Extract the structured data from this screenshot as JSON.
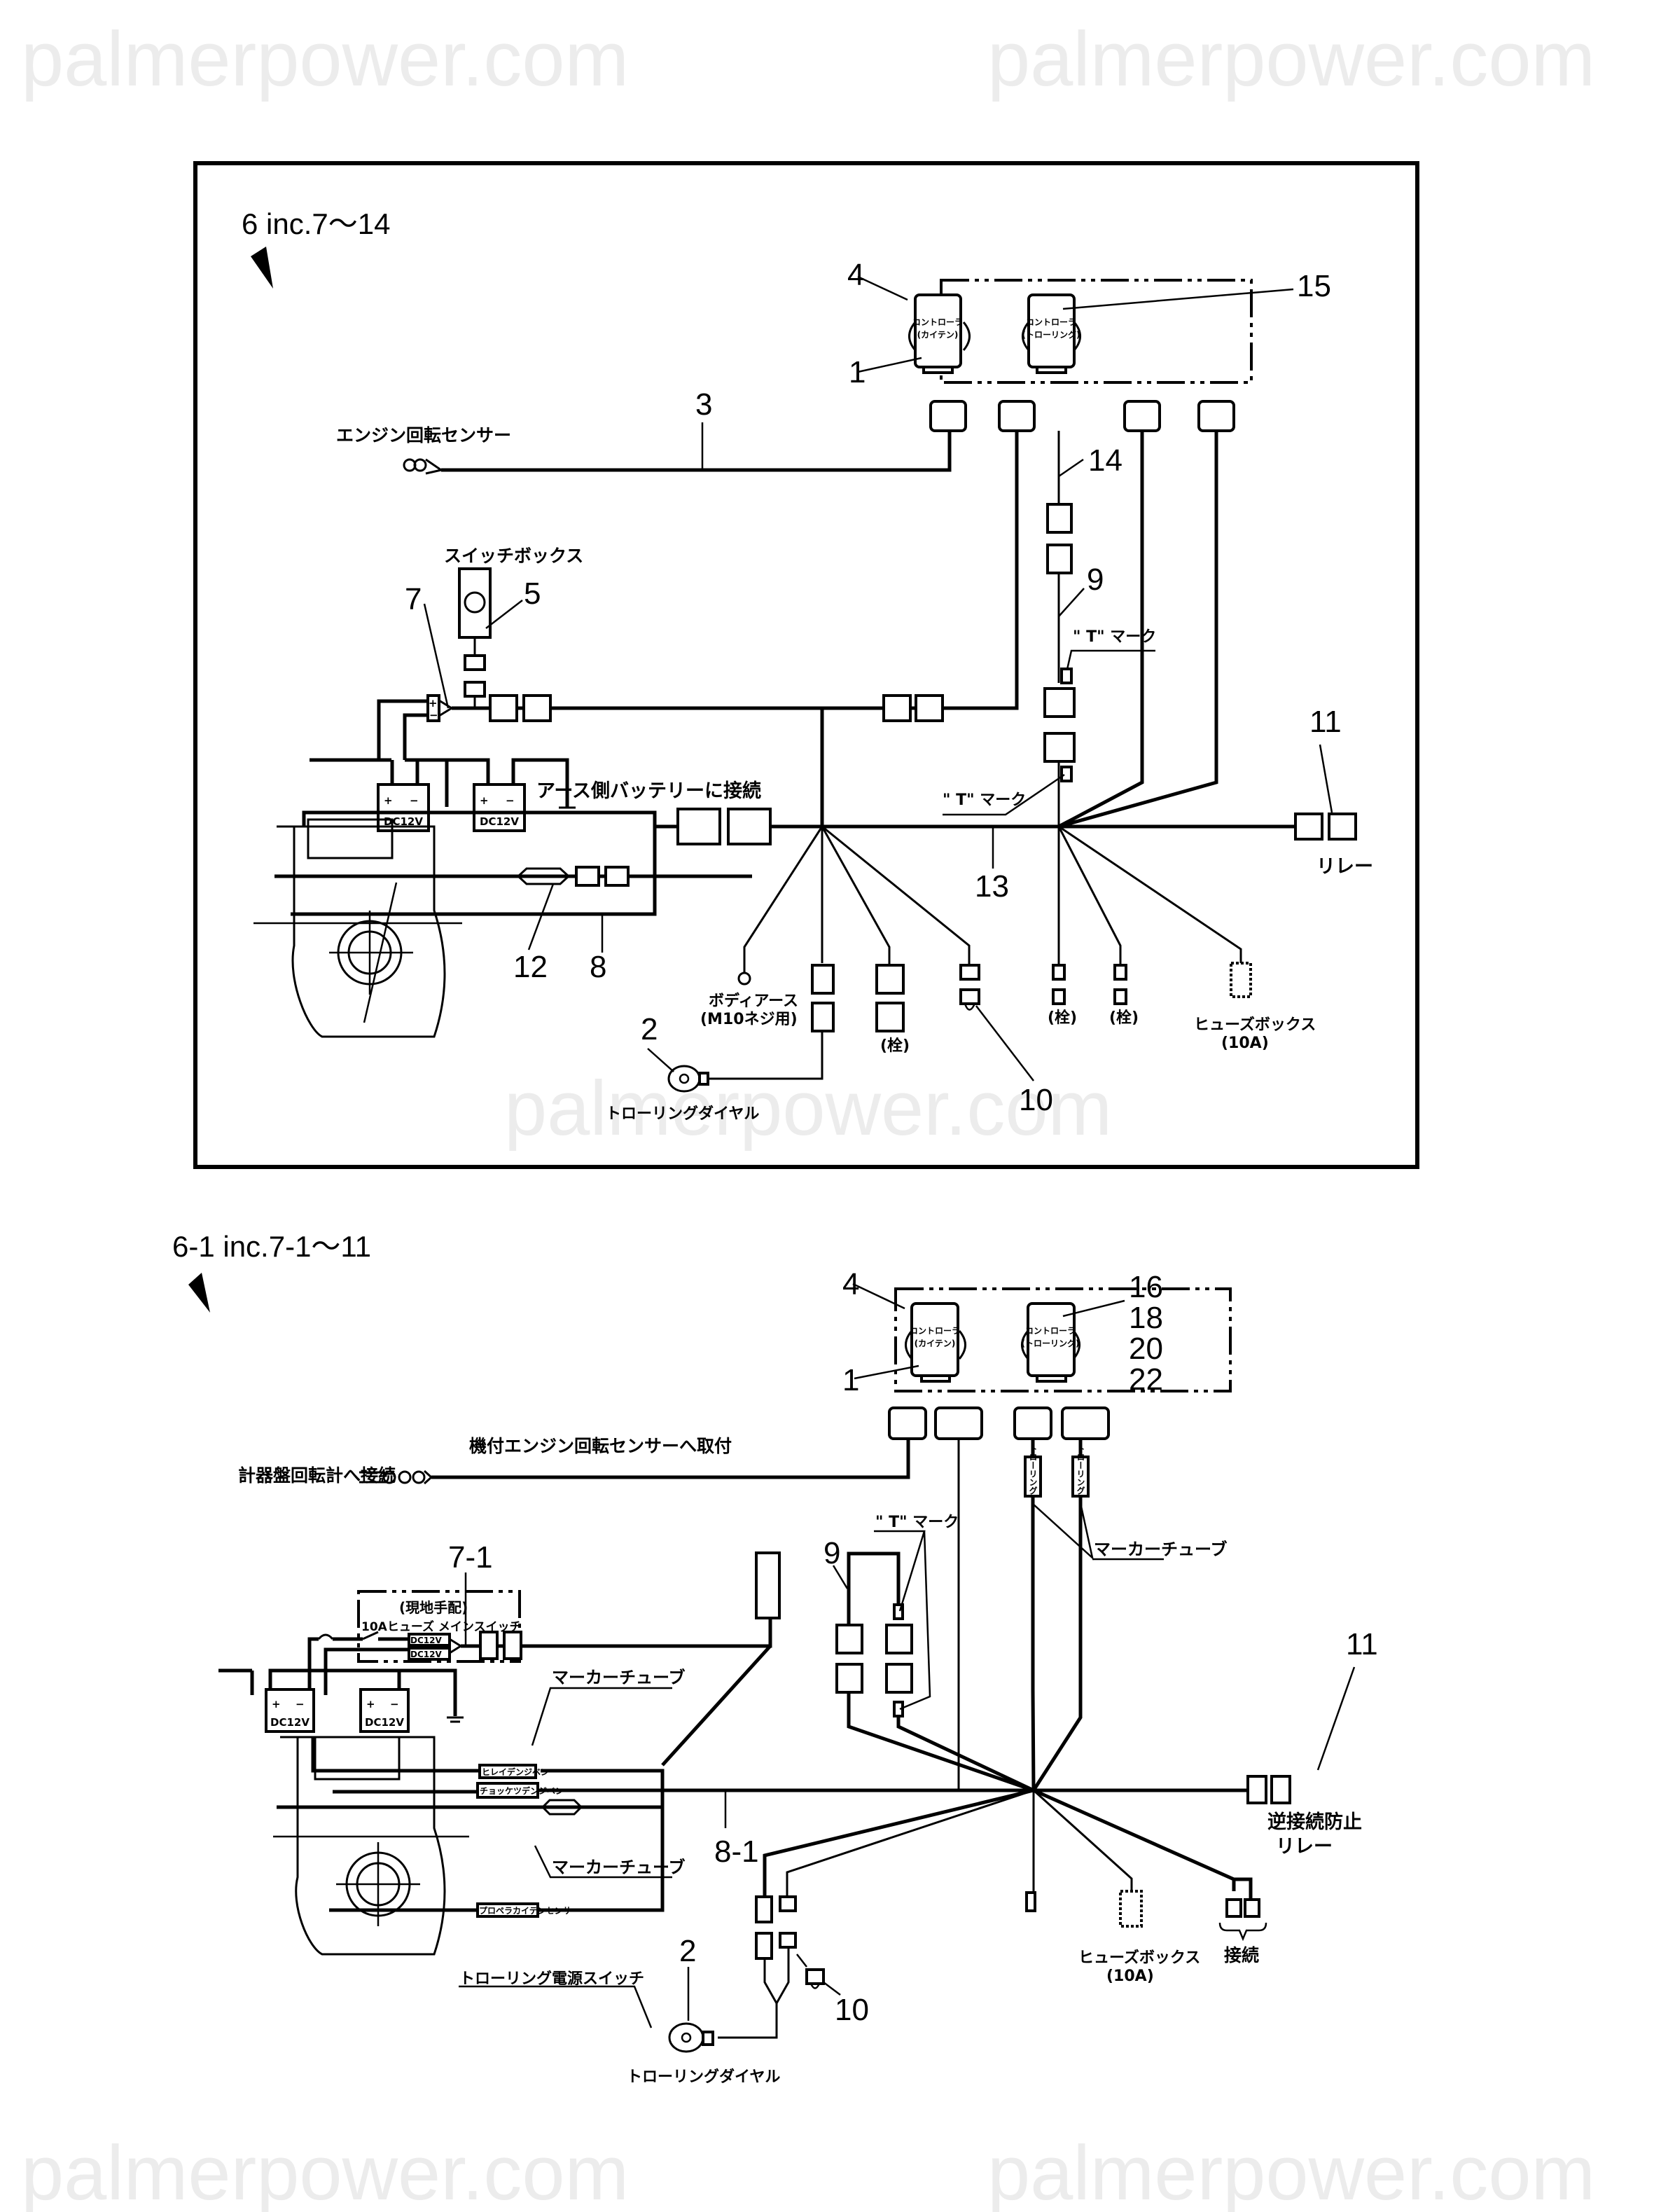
{
  "watermark": "palmerpower.com",
  "diagram_top": {
    "title": "6 inc.7～14",
    "controller_left": {
      "line1": "コントローラ",
      "line2": "(カイテン)"
    },
    "controller_right": {
      "line1": "コントローラ",
      "line2": "(トローリング)"
    },
    "callouts": {
      "c4": "4",
      "c1": "1",
      "c15": "15",
      "c3": "3",
      "c14": "14",
      "c9": "9",
      "c7": "7",
      "c5": "5",
      "c11": "11",
      "c13": "13",
      "c12": "12",
      "c8": "8",
      "c2": "2",
      "c10": "10"
    },
    "labels": {
      "engine_sensor": "エンジン回転センサー",
      "switch_box": "スイッチボックス",
      "t_mark_1": "\" T\" マーク",
      "t_mark_2": "\" T\" マーク",
      "ground_battery": "アース側バッテリーに接続",
      "battery_1": "DC12V",
      "battery_2": "DC12V",
      "relay": "リレー",
      "body_earth": "ボディアース",
      "body_earth_sub": "(M10ネジ用)",
      "plug_1": "(栓)",
      "plug_2": "(栓)",
      "plug_3": "(栓)",
      "fuse_box": "ヒューズボックス",
      "fuse_box_sub": "(10A)",
      "trolling_dial": "トローリングダイヤル",
      "plus": "+",
      "minus": "−"
    }
  },
  "diagram_bottom": {
    "title": "6-1  inc.7-1～11",
    "controller_left": {
      "line1": "コントローラ",
      "line2": "(カイテン)"
    },
    "controller_right": {
      "line1": "コントローラ",
      "line2": "(トローリング)"
    },
    "callouts": {
      "c4": "4",
      "c1": "1",
      "c16": "16",
      "c18": "18",
      "c20": "20",
      "c22": "22",
      "c7_1": "7-1",
      "c9": "9",
      "c11": "11",
      "c8_1": "8-1",
      "c2": "2",
      "c10": "10"
    },
    "labels": {
      "engine_sensor_mount": "機付エンジン回転センサーへ取付",
      "tacho_connect": "計器盤回転計へ接続",
      "local_supply": "(現地手配)",
      "fuse_switch": "10Aヒューズ メインスイッチ",
      "dc12v_plus": "DC12V",
      "dc12v_minus": "DC12V",
      "battery_1": "DC12V",
      "battery_2": "DC12V",
      "t_mark": "\" T\" マーク",
      "marker_tube_1": "マーカーチューブ",
      "marker_tube_2": "マーカーチューブ",
      "marker_tube_3": "マーカーチューブ",
      "tube_hirei": "ヒレイデンジベン",
      "tube_chokketsu": "チョッケツデンジベン",
      "tube_propeller": "プロペラカイテンセンサ",
      "tube_trolling": "トローリング",
      "reverse_relay_1": "逆接続防止",
      "reverse_relay_2": "リレー",
      "fuse_box": "ヒューズボックス",
      "fuse_box_sub": "(10A)",
      "connect": "接続",
      "trolling_power_switch": "トローリング電源スイッチ",
      "trolling_dial": "トローリングダイヤル",
      "plus": "+",
      "minus": "−"
    }
  }
}
